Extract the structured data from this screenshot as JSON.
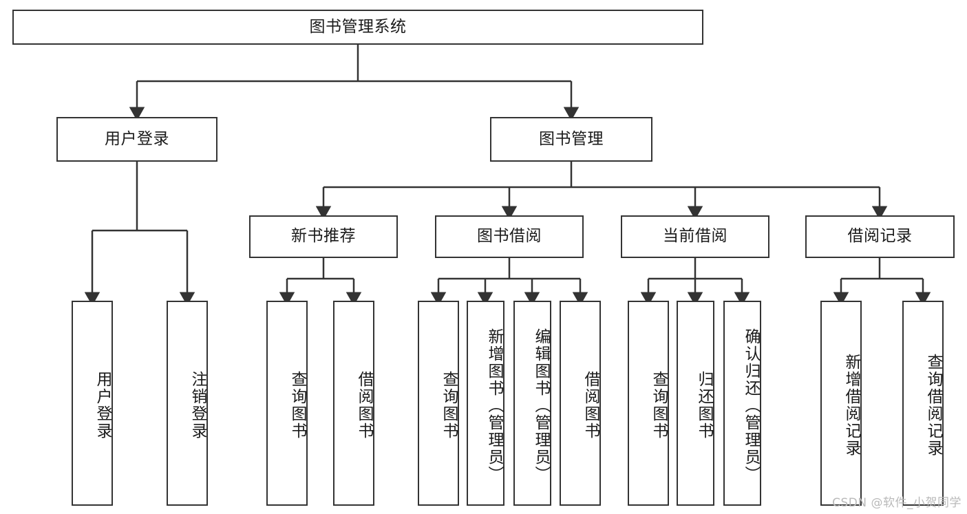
{
  "diagram": {
    "title": "图书管理系统",
    "type": "hierarchy-tree",
    "watermark": "CSDN @软件_小贺同学",
    "colors": {
      "background": "#ffffff",
      "box_border": "#333333",
      "box_fill": "#ffffff",
      "connector": "#333333",
      "text": "#1a1a1a",
      "watermark": "#b9b9b9"
    },
    "levels": {
      "root": {
        "label": "图书管理系统"
      },
      "level2": [
        {
          "label": "用户登录"
        },
        {
          "label": "图书管理"
        }
      ],
      "level3": [
        {
          "label": "新书推荐"
        },
        {
          "label": "图书借阅"
        },
        {
          "label": "当前借阅"
        },
        {
          "label": "借阅记录"
        }
      ],
      "leaves": {
        "user_login": [
          {
            "label": "用户登录"
          },
          {
            "label": "注销登录"
          }
        ],
        "new_book_recommend": [
          {
            "label": "查询图书"
          },
          {
            "label": "借阅图书"
          }
        ],
        "book_borrow": [
          {
            "label": "查询图书"
          },
          {
            "label": "新增图书（管理员）"
          },
          {
            "label": "编辑图书（管理员）"
          },
          {
            "label": "借阅图书"
          }
        ],
        "current_borrow": [
          {
            "label": "查询图书"
          },
          {
            "label": "归还图书"
          },
          {
            "label": "确认归还（管理员）"
          }
        ],
        "borrow_record": [
          {
            "label": "新增借阅记录"
          },
          {
            "label": "查询借阅记录"
          }
        ]
      }
    }
  }
}
